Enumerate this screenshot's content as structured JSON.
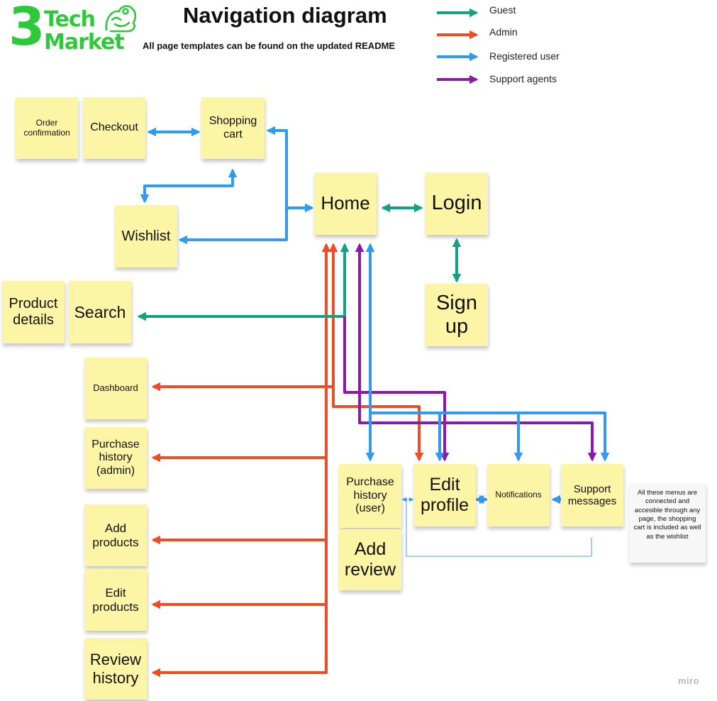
{
  "logo": {
    "line1": "Tech",
    "line2": "Market",
    "digit": "3",
    "color": "#2ec93a"
  },
  "header": {
    "title": "Navigation diagram",
    "subtitle": "All page templates can be found on the updated README"
  },
  "legend": [
    {
      "label": "Guest",
      "color": "#14a085"
    },
    {
      "label": "Admin",
      "color": "#f04c23"
    },
    {
      "label": "Registered user",
      "color": "#2e9af0"
    },
    {
      "label": "Support agents",
      "color": "#8b1aab"
    }
  ],
  "notes": {
    "order_confirmation": "Order\nconfirmation",
    "checkout": "Checkout",
    "shopping_cart": "Shopping\ncart",
    "home": "Home",
    "login": "Login",
    "wishlist": "Wishlist",
    "product_details": "Product\ndetails",
    "search": "Search",
    "sign_up": "Sign\nup",
    "dashboard": "Dashboard",
    "purchase_history_admin": "Purchase\nhistory\n(admin)",
    "add_products": "Add\nproducts",
    "edit_products": "Edit\nproducts",
    "review_history": "Review\nhistory",
    "purchase_history_user": "Purchase\nhistory\n(user)",
    "add_review": "Add\nreview",
    "edit_profile": "Edit\nprofile",
    "notifications": "Notifications",
    "support_messages": "Support\nmessages"
  },
  "info_note": "All these menus are connected and accesible through any page, the shopping cart is included as well as the wishlist",
  "watermark": "miro"
}
